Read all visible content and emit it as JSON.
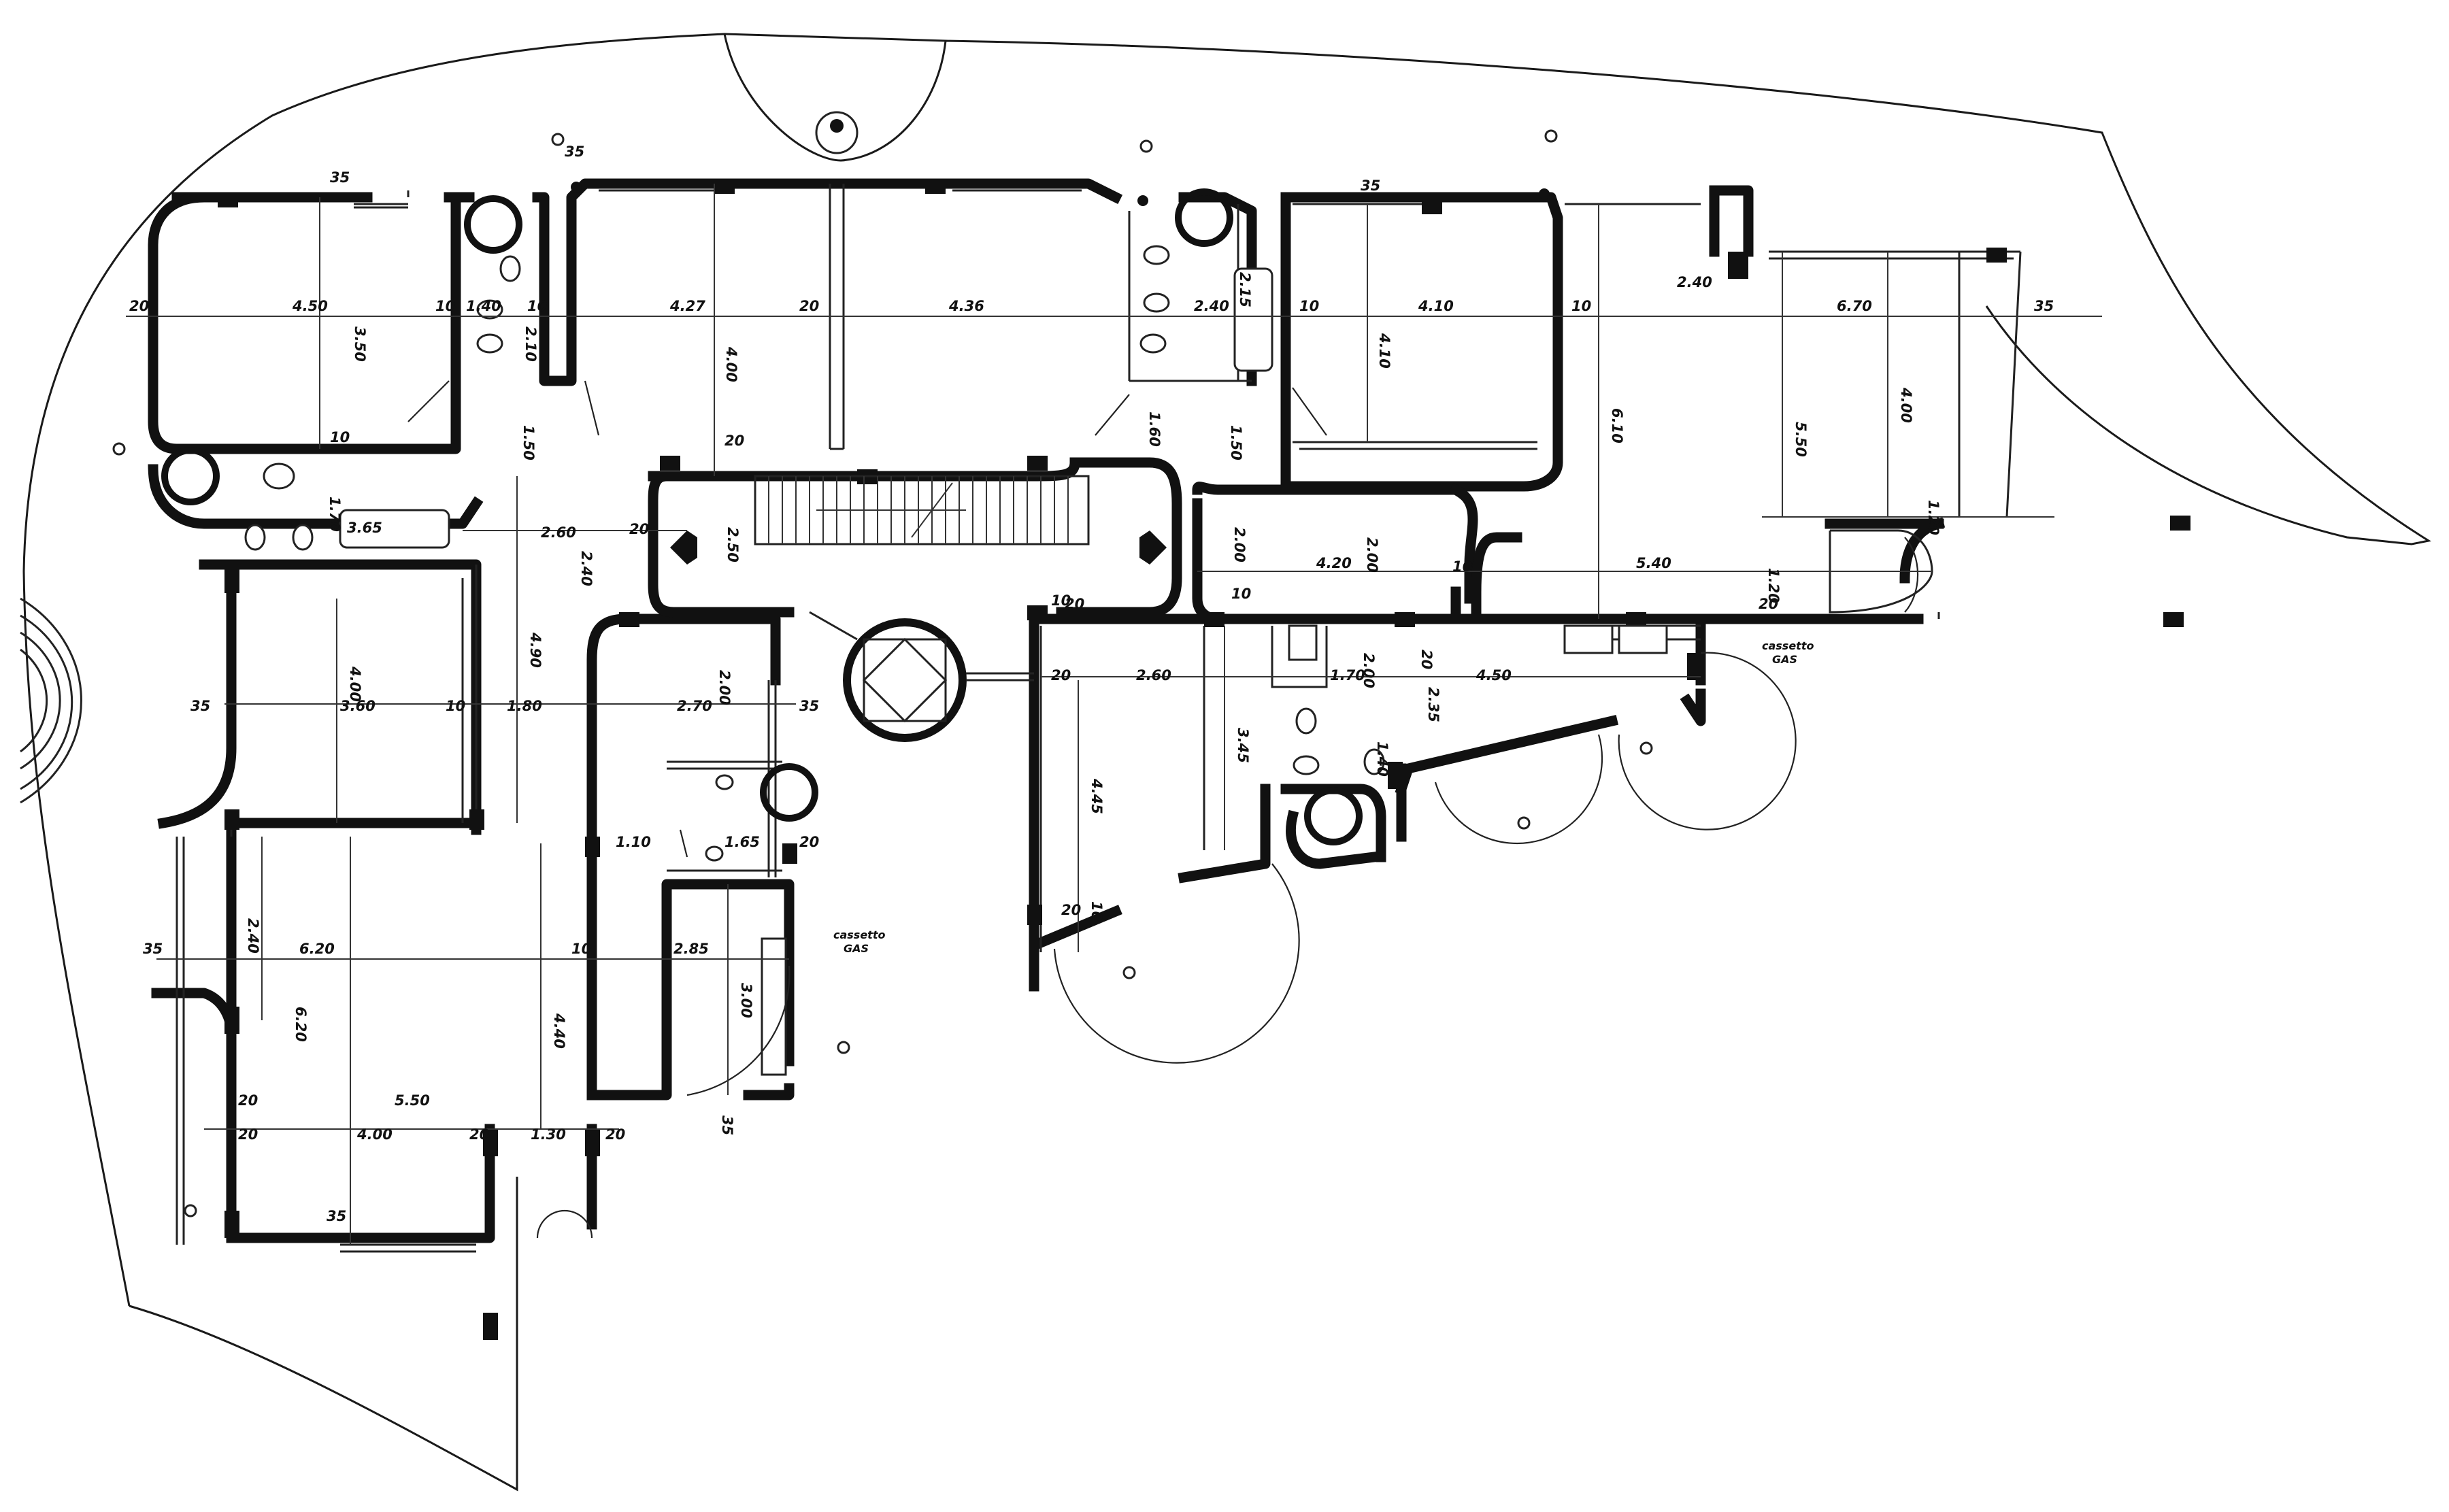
{
  "labels": {
    "h_top_row": [
      "20",
      "4.50",
      "10",
      "1.40",
      "10",
      "4.27",
      "20",
      "4.36",
      "2.40",
      "10",
      "4.10",
      "10",
      "2.40",
      "6.70",
      "35"
    ],
    "v_top_row": [
      "3.50",
      "2.10",
      "4.00",
      "2.15",
      "4.10",
      "6.10",
      "5.50",
      "4.00"
    ],
    "top_marks": [
      "35",
      "35",
      "35"
    ],
    "corridor": [
      "3.65",
      "2.60",
      "2.40",
      "2.50",
      "4.20",
      "5.40",
      "2.00",
      "2.00",
      "1.60",
      "1.50",
      "1.50",
      "1.70",
      "1.20",
      "1.20",
      "4.90",
      "10",
      "10",
      "20",
      "20",
      "20",
      "10",
      "20"
    ],
    "middle": [
      "35",
      "3.60",
      "10",
      "1.80",
      "2.70",
      "2.00",
      "35",
      "4.00",
      "1.10",
      "1.65",
      "20",
      "1.70",
      "2.00",
      "20",
      "2.60",
      "3.45",
      "4.45",
      "4.50",
      "2.35",
      "10",
      "20",
      "10",
      "1.40"
    ],
    "lower": [
      "2.40",
      "35",
      "6.20",
      "10",
      "2.85",
      "6.20",
      "4.40",
      "3.00",
      "20",
      "5.50",
      "20",
      "4.00",
      "20",
      "1.30",
      "20",
      "35",
      "35",
      "20"
    ],
    "gas_label_1": "cassetto",
    "gas_label_1b": "GAS",
    "gas_label_2": "cassetto",
    "gas_label_2b": "GAS"
  }
}
